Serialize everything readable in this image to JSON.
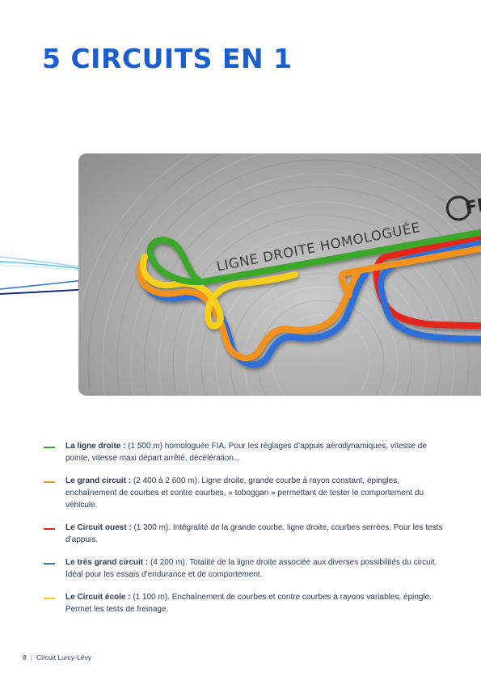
{
  "header": {
    "title": "5 CIRCUITS EN 1"
  },
  "figure": {
    "banner_text": "LIGNE DROITE HOMOLOGUÉE",
    "logo_text": "FIA",
    "colors": {
      "green": "#3aa82c",
      "orange": "#f2921d",
      "red": "#e3251c",
      "blue": "#2e6fd8",
      "yellow": "#f6cf1f"
    }
  },
  "legend": [
    {
      "color": "#3aa82c",
      "name": "La ligne droite :",
      "text": " (1 500 m) homologuée FIA. Pour les réglages d’appuis aérodynamiques, vitesse de pointe, vitesse maxi départ arrêté, décélération..."
    },
    {
      "color": "#f2921d",
      "name": "Le grand circuit :",
      "text": " (2 400 à 2 600 m). Ligne droite, grande courbe à rayon constant, épingles, enchaînement de courbes et contre courbes, « toboggan » permettant de tester le comportement du véhicule."
    },
    {
      "color": "#e3251c",
      "name": "Le Circuit ouest :",
      "text": " (1 300 m). Intégralité de la grande courbe, ligne droite, courbes serrées. Pour les tests d’appuis."
    },
    {
      "color": "#2e6fd8",
      "name": "Le très grand circuit :",
      "text": " (4 200 m). Totalité de la ligne droite associée aux diverses possibilités du circuit. Idéal pour les essais d’endurance et de comportement."
    },
    {
      "color": "#f6cf1f",
      "name": "Le Circuit école :",
      "text": " (1 100 m). Enchaînement de courbes et contre courbes à rayons variables, épingle. Permet les tests de freinage."
    }
  ],
  "footer": {
    "page_number": "8",
    "separator": "|",
    "doc_name": "Circuit Lurcy-Lévy"
  }
}
